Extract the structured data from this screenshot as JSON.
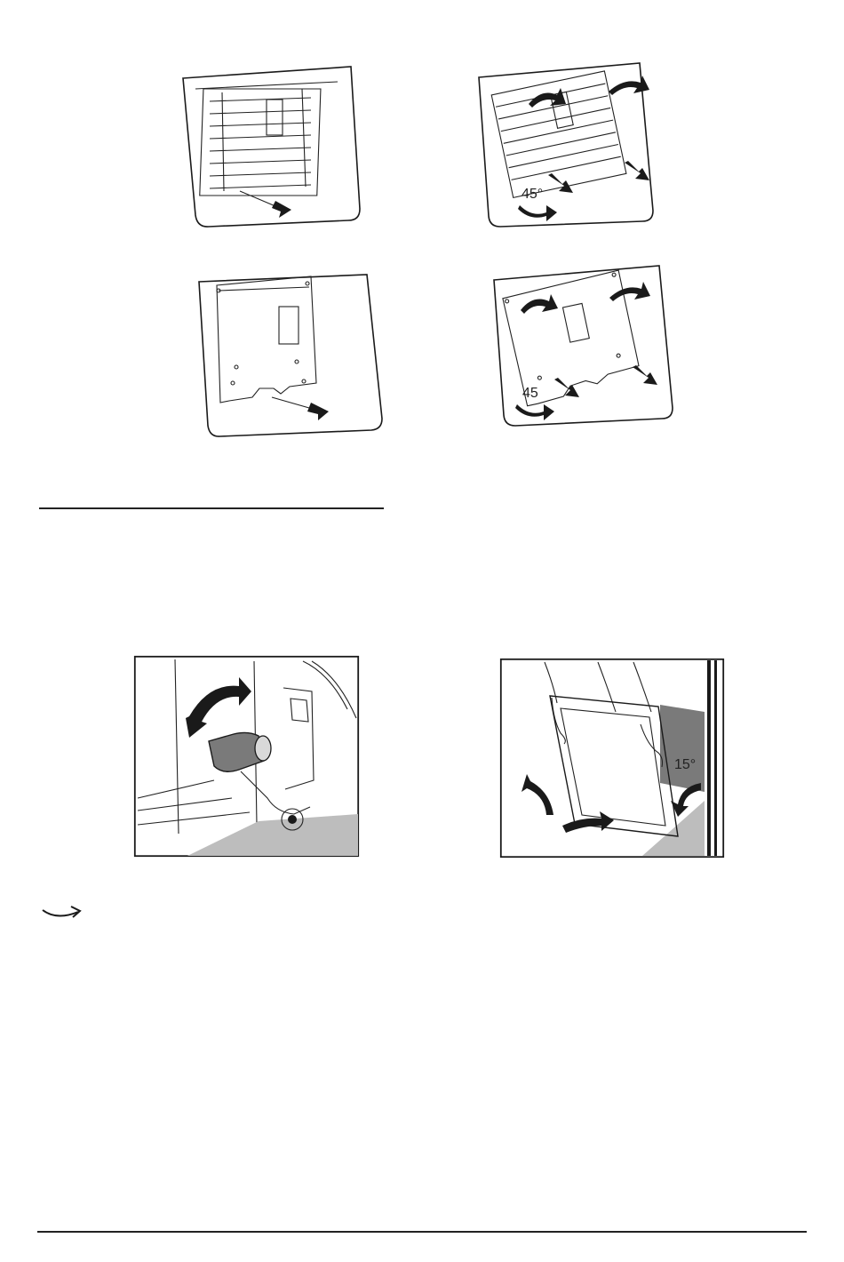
{
  "figures": {
    "rack_removal_tilted": {
      "angle_label": "45°"
    },
    "panel_removal_tilted": {
      "angle_label": "45"
    },
    "door_removal_tilted": {
      "angle_label": "15°"
    }
  },
  "note": {
    "icon": "curved-arrow-icon"
  },
  "colors": {
    "line": "#1a1a1a",
    "shade": "#bdbdbd",
    "dark_shade": "#7a7a7a",
    "paper": "#ffffff"
  }
}
